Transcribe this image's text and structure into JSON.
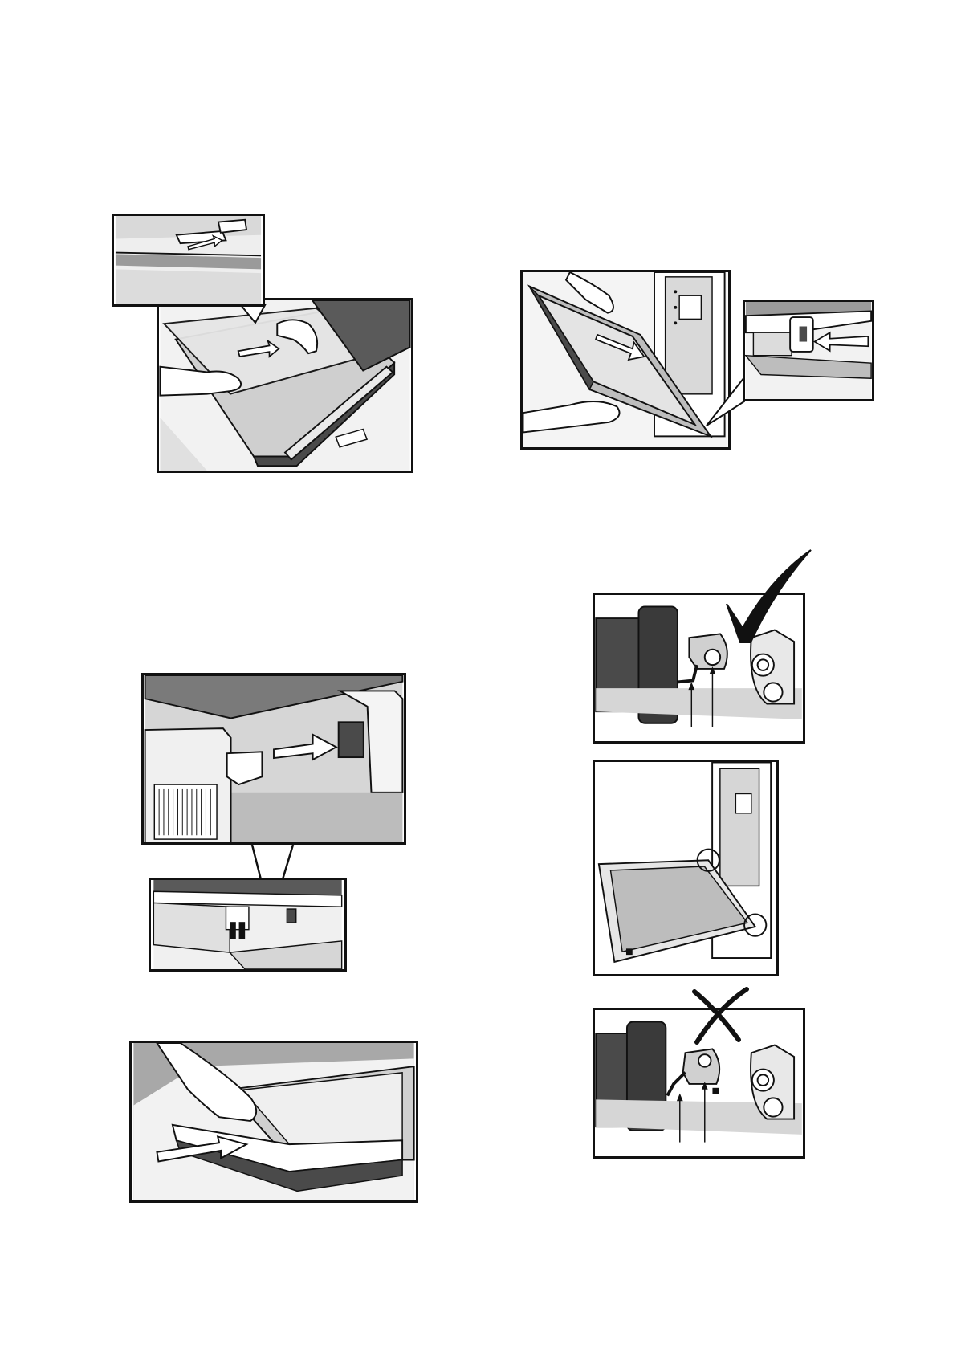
{
  "page": {
    "background": "#ffffff",
    "ink": "#111111",
    "gray_dark": "#4a4a4a",
    "gray_mid": "#9a9a9a",
    "gray_light": "#d6d6d6"
  },
  "figures": [
    {
      "id": "fig-glass-slide-in",
      "icons": [
        "hand-icon",
        "arrow-right-icon",
        "glass-panel-icon",
        "magnifier-callout-icon"
      ]
    },
    {
      "id": "fig-door-tilt-insert",
      "icons": [
        "hand-icon",
        "arrow-right-icon",
        "door-hinge-icon",
        "magnifier-callout-icon"
      ]
    },
    {
      "id": "fig-rail-insert",
      "icons": [
        "arrow-right-icon",
        "slot-icon",
        "magnifier-callout-icon"
      ]
    },
    {
      "id": "fig-press-down",
      "icons": [
        "hand-icon",
        "arrow-right-icon"
      ]
    },
    {
      "id": "fig-hinge-correct",
      "icons": [
        "check-mark-icon",
        "hinge-icon",
        "pointer-arrow-icon"
      ]
    },
    {
      "id": "fig-door-open",
      "icons": [
        "door-icon",
        "circle-highlight-icon"
      ]
    },
    {
      "id": "fig-hinge-wrong",
      "icons": [
        "x-mark-icon",
        "hinge-icon",
        "pointer-arrow-icon"
      ]
    }
  ]
}
